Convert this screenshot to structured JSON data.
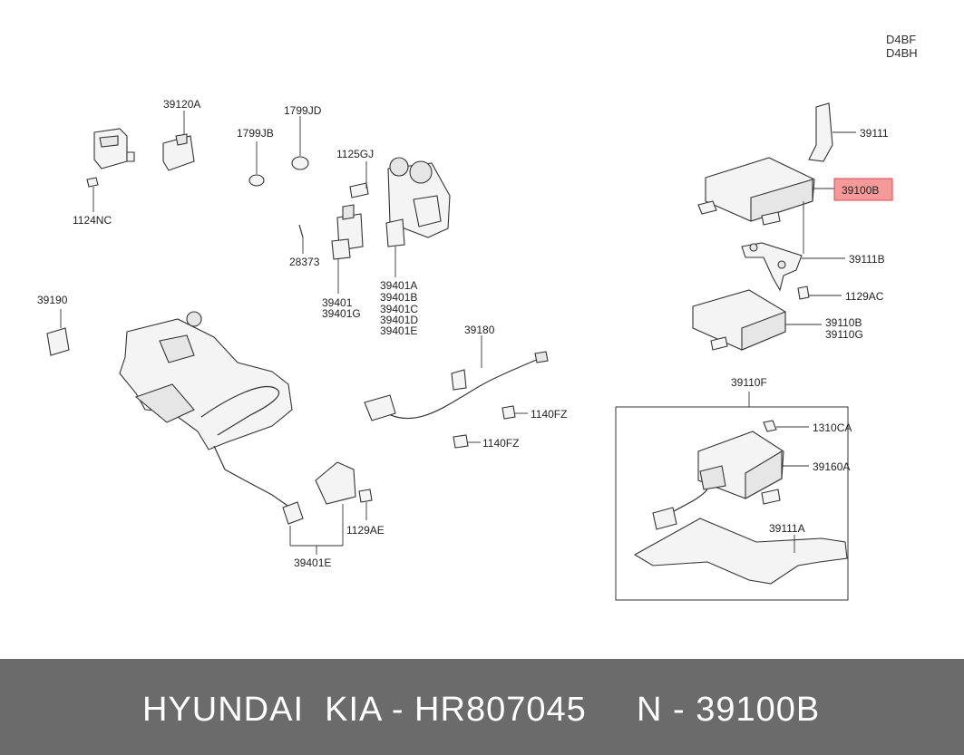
{
  "engine_codes": [
    "D4BF",
    "D4BH"
  ],
  "labels": {
    "p39120A": "39120A",
    "p1799JD": "1799JD",
    "p1799JB": "1799JB",
    "p1125GJ": "1125GJ",
    "p1124NC": "1124NC",
    "p28373": "28373",
    "p39401": "39401",
    "p39401G": "39401G",
    "p39401A": "39401A",
    "p39401B": "39401B",
    "p39401C": "39401C",
    "p39401D": "39401D",
    "p39401E_list": "39401E",
    "p39190": "39190",
    "p39180": "39180",
    "p1140FZ_a": "1140FZ",
    "p1140FZ_b": "1140FZ",
    "p1129AE": "1129AE",
    "p39401E": "39401E",
    "p39111": "39111",
    "p39100B": "39100B",
    "p39111B": "39111B",
    "p1129AC": "1129AC",
    "p39110B": "39110B",
    "p39110G": "39110G",
    "p39110F": "39110F",
    "p1310CA": "1310CA",
    "p39160A": "39160A",
    "p39111A": "39111A"
  },
  "highlight": {
    "part": "39100B",
    "fill": "#f59a9a",
    "border": "#d94b4b"
  },
  "footer": {
    "brand": "HYUNDAI  KIA - HR807045",
    "part_ref": "N - 39100B",
    "background": "#6b6b6b"
  }
}
